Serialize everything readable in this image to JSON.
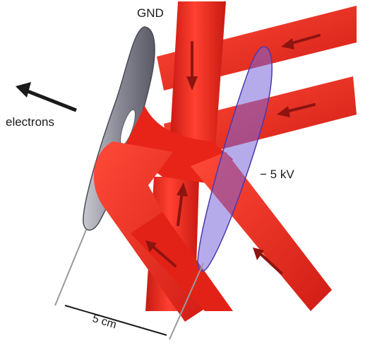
{
  "labels": {
    "gnd": "GND",
    "electrons": "electrons",
    "voltage": "− 5 kV",
    "scale": "5 cm"
  },
  "colors": {
    "beam": "#f0281e",
    "beam_dark": "#b81510",
    "arrow": "#8e1410",
    "gnd_disk": "#8f8f9c",
    "hv_disk": "#7a66d8"
  }
}
